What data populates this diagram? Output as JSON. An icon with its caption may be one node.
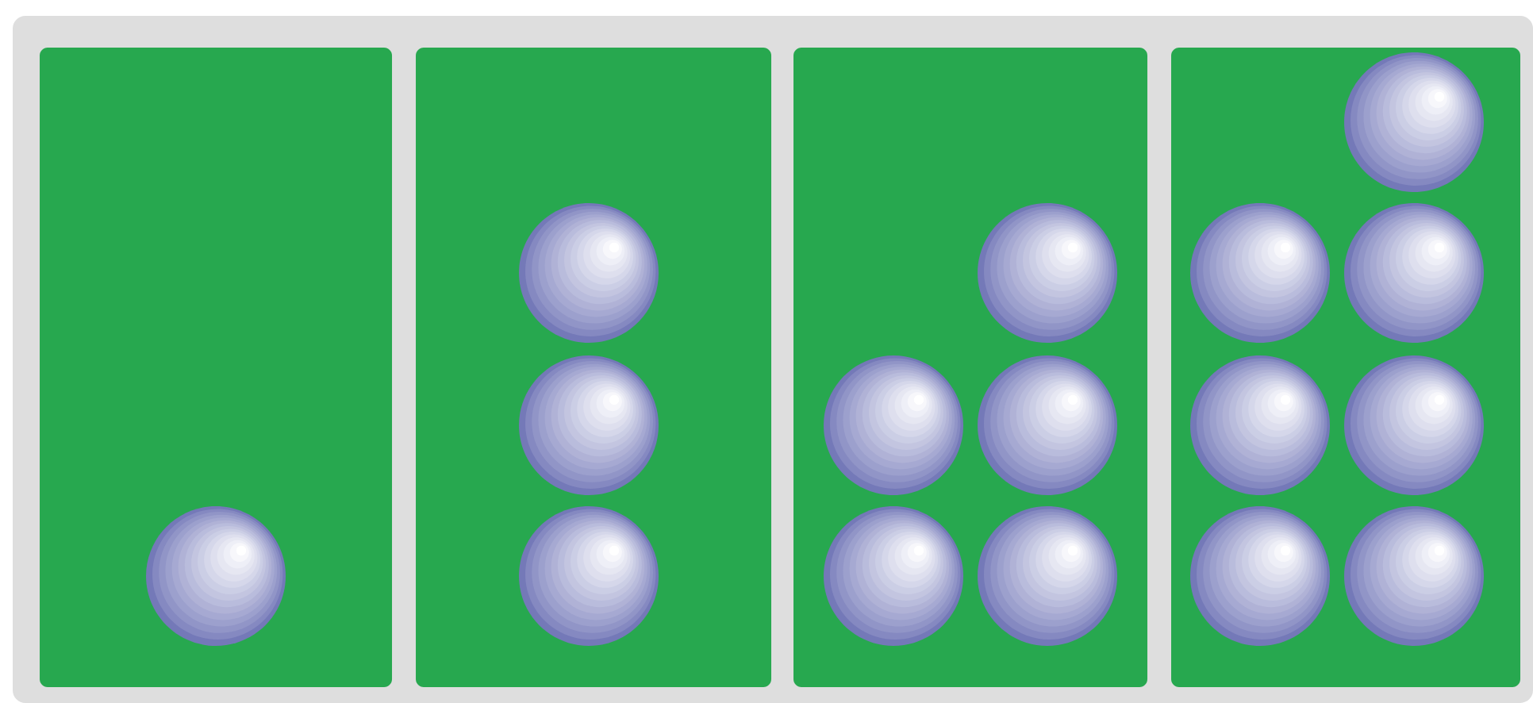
{
  "diagram": {
    "nodes": [
      {
        "text": [],
        "shape": "box"
      },
      {
        "text": [],
        "shape": "circle",
        "in": 0
      },
      {
        "text": [],
        "shape": "box"
      },
      {
        "text": [],
        "shape": "circle",
        "in": 2
      },
      {
        "text": [],
        "shape": "circle",
        "in": 2
      },
      {
        "text": [],
        "shape": "circle",
        "in": 2
      },
      {
        "text": [],
        "shape": "box"
      },
      {
        "text": [],
        "shape": "circle",
        "in": 6
      },
      {
        "text": [],
        "shape": "circle",
        "in": 6
      },
      {
        "text": [],
        "shape": "circle",
        "in": 6
      },
      {
        "text": [],
        "shape": "circle",
        "in": 6
      },
      {
        "text": [],
        "shape": "circle",
        "in": 6
      },
      {
        "text": [],
        "shape": "box"
      },
      {
        "text": [],
        "shape": "circle",
        "in": 12
      },
      {
        "text": [],
        "shape": "circle",
        "in": 12
      },
      {
        "text": [],
        "shape": "circle",
        "in": 12
      },
      {
        "text": [],
        "shape": "circle",
        "in": 12
      },
      {
        "text": [],
        "shape": "circle",
        "in": 12
      },
      {
        "text": [],
        "shape": "circle",
        "in": 12
      },
      {
        "text": [],
        "shape": "circle",
        "in": 12
      }
    ]
  }
}
